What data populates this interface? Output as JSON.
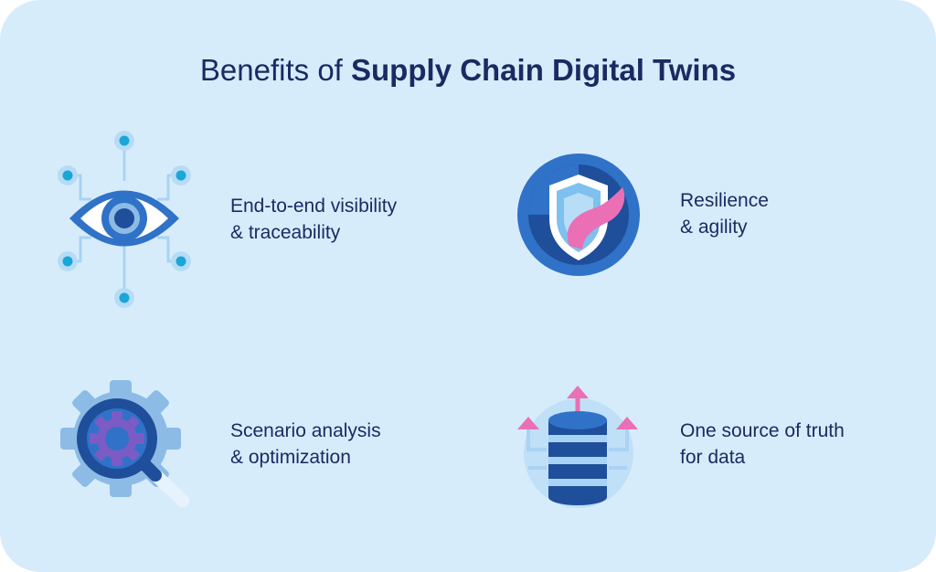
{
  "title": {
    "prefix": "Benefits of ",
    "emphasis": "Supply Chain Digital Twins"
  },
  "benefits": [
    {
      "line1": "End-to-end visibility",
      "line2": "& traceability",
      "icon": "eye-network-icon"
    },
    {
      "line1": "Resilience",
      "line2": "& agility",
      "icon": "shield-icon"
    },
    {
      "line1": "Scenario analysis",
      "line2": "& optimization",
      "icon": "gear-magnifier-icon"
    },
    {
      "line1": "One source of truth",
      "line2": "for data",
      "icon": "database-icon"
    }
  ],
  "colors": {
    "background": "#d7ecfb",
    "text": "#1b2a62",
    "primary_blue": "#2f72c8",
    "dark_blue": "#1f4e9a",
    "light_blue": "#a9d3f4",
    "cyan": "#1aa6d8",
    "pink": "#ea6fb4"
  }
}
